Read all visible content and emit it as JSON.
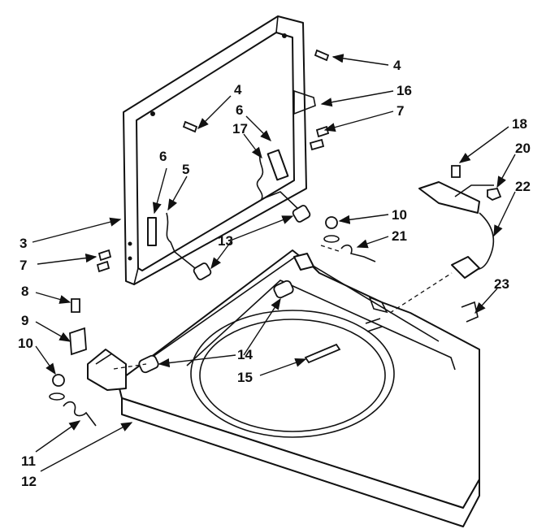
{
  "callouts": [
    {
      "label": "4"
    },
    {
      "label": "16"
    },
    {
      "label": "7"
    },
    {
      "label": "4"
    },
    {
      "label": "6"
    },
    {
      "label": "17"
    },
    {
      "label": "6"
    },
    {
      "label": "5"
    },
    {
      "label": "3"
    },
    {
      "label": "7"
    },
    {
      "label": "13"
    },
    {
      "label": "8"
    },
    {
      "label": "9"
    },
    {
      "label": "10"
    },
    {
      "label": "10"
    },
    {
      "label": "21"
    },
    {
      "label": "18"
    },
    {
      "label": "20"
    },
    {
      "label": "22"
    },
    {
      "label": "23"
    },
    {
      "label": "14"
    },
    {
      "label": "15"
    },
    {
      "label": "11"
    },
    {
      "label": "12"
    }
  ]
}
